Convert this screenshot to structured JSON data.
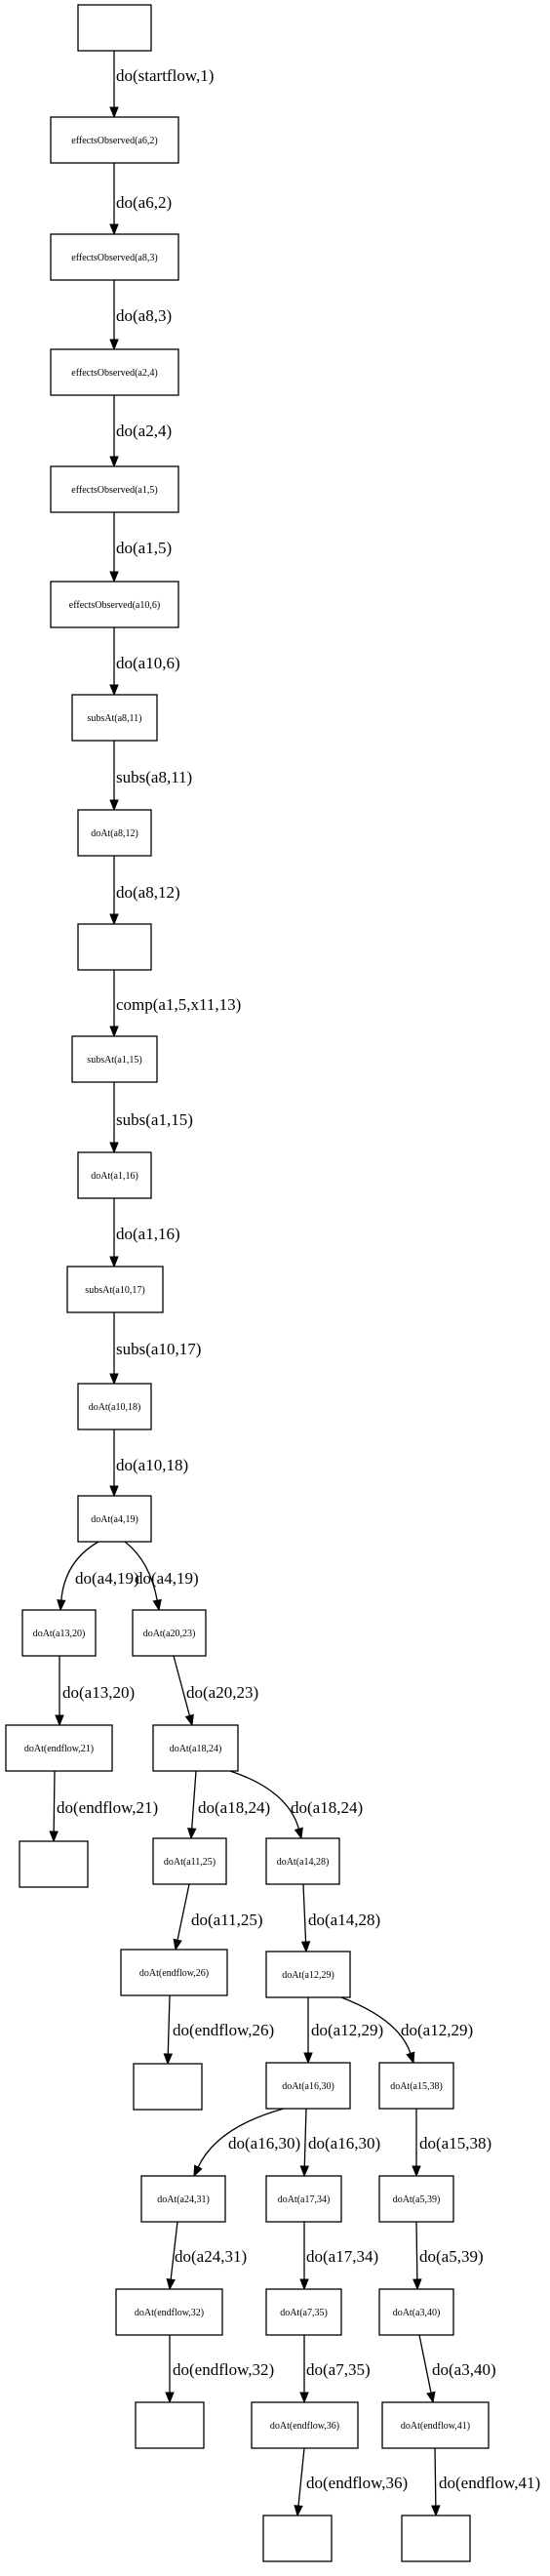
{
  "nodes": [
    {
      "id": "n0",
      "label": ""
    },
    {
      "id": "n1",
      "label": "effectsObserved(a6,2)"
    },
    {
      "id": "n2",
      "label": "effectsObserved(a8,3)"
    },
    {
      "id": "n3",
      "label": "effectsObserved(a2,4)"
    },
    {
      "id": "n4",
      "label": "effectsObserved(a1,5)"
    },
    {
      "id": "n5",
      "label": "effectsObserved(a10,6)"
    },
    {
      "id": "n6",
      "label": "subsAt(a8,11)"
    },
    {
      "id": "n7",
      "label": "doAt(a8,12)"
    },
    {
      "id": "n8",
      "label": ""
    },
    {
      "id": "n9",
      "label": "subsAt(a1,15)"
    },
    {
      "id": "n10",
      "label": "doAt(a1,16)"
    },
    {
      "id": "n11",
      "label": "subsAt(a10,17)"
    },
    {
      "id": "n12",
      "label": "doAt(a10,18)"
    },
    {
      "id": "n13",
      "label": "doAt(a4,19)"
    },
    {
      "id": "n14",
      "label": "doAt(a13,20)"
    },
    {
      "id": "n15",
      "label": "doAt(a20,23)"
    },
    {
      "id": "n16",
      "label": "doAt(endflow,21)"
    },
    {
      "id": "n17",
      "label": "doAt(a18,24)"
    },
    {
      "id": "n18",
      "label": ""
    },
    {
      "id": "n19",
      "label": "doAt(a11,25)"
    },
    {
      "id": "n20",
      "label": "doAt(a14,28)"
    },
    {
      "id": "n21",
      "label": "doAt(endflow,26)"
    },
    {
      "id": "n22",
      "label": "doAt(a12,29)"
    },
    {
      "id": "n23",
      "label": ""
    },
    {
      "id": "n24",
      "label": "doAt(a16,30)"
    },
    {
      "id": "n25",
      "label": "doAt(a15,38)"
    },
    {
      "id": "n26",
      "label": "doAt(a24,31)"
    },
    {
      "id": "n27",
      "label": "doAt(a17,34)"
    },
    {
      "id": "n28",
      "label": "doAt(a5,39)"
    },
    {
      "id": "n29",
      "label": "doAt(endflow,32)"
    },
    {
      "id": "n30",
      "label": "doAt(a7,35)"
    },
    {
      "id": "n31",
      "label": "doAt(a3,40)"
    },
    {
      "id": "n32",
      "label": ""
    },
    {
      "id": "n33",
      "label": "doAt(endflow,36)"
    },
    {
      "id": "n34",
      "label": "doAt(endflow,41)"
    },
    {
      "id": "n35",
      "label": ""
    },
    {
      "id": "n36",
      "label": ""
    }
  ],
  "edges": [
    {
      "from": "n0",
      "to": "n1",
      "label": "do(startflow,1)"
    },
    {
      "from": "n1",
      "to": "n2",
      "label": "do(a6,2)"
    },
    {
      "from": "n2",
      "to": "n3",
      "label": "do(a8,3)"
    },
    {
      "from": "n3",
      "to": "n4",
      "label": "do(a2,4)"
    },
    {
      "from": "n4",
      "to": "n5",
      "label": "do(a1,5)"
    },
    {
      "from": "n5",
      "to": "n6",
      "label": "do(a10,6)"
    },
    {
      "from": "n6",
      "to": "n7",
      "label": "subs(a8,11)"
    },
    {
      "from": "n7",
      "to": "n8",
      "label": "do(a8,12)"
    },
    {
      "from": "n8",
      "to": "n9",
      "label": "comp(a1,5,x11,13)"
    },
    {
      "from": "n9",
      "to": "n10",
      "label": "subs(a1,15)"
    },
    {
      "from": "n10",
      "to": "n11",
      "label": "do(a1,16)"
    },
    {
      "from": "n11",
      "to": "n12",
      "label": "subs(a10,17)"
    },
    {
      "from": "n12",
      "to": "n13",
      "label": "do(a10,18)"
    },
    {
      "from": "n13",
      "to": "n14",
      "label": "do(a4,19)"
    },
    {
      "from": "n13",
      "to": "n15",
      "label": "do(a4,19)"
    },
    {
      "from": "n14",
      "to": "n16",
      "label": "do(a13,20)"
    },
    {
      "from": "n15",
      "to": "n17",
      "label": "do(a20,23)"
    },
    {
      "from": "n16",
      "to": "n18",
      "label": "do(endflow,21)"
    },
    {
      "from": "n17",
      "to": "n19",
      "label": "do(a18,24)"
    },
    {
      "from": "n17",
      "to": "n20",
      "label": "do(a18,24)"
    },
    {
      "from": "n19",
      "to": "n21",
      "label": "do(a11,25)"
    },
    {
      "from": "n20",
      "to": "n22",
      "label": "do(a14,28)"
    },
    {
      "from": "n21",
      "to": "n23",
      "label": "do(endflow,26)"
    },
    {
      "from": "n22",
      "to": "n24",
      "label": "do(a12,29)"
    },
    {
      "from": "n22",
      "to": "n25",
      "label": "do(a12,29)"
    },
    {
      "from": "n24",
      "to": "n26",
      "label": "do(a16,30)"
    },
    {
      "from": "n24",
      "to": "n27",
      "label": "do(a16,30)"
    },
    {
      "from": "n25",
      "to": "n28",
      "label": "do(a15,38)"
    },
    {
      "from": "n26",
      "to": "n29",
      "label": "do(a24,31)"
    },
    {
      "from": "n27",
      "to": "n30",
      "label": "do(a17,34)"
    },
    {
      "from": "n28",
      "to": "n31",
      "label": "do(a5,39)"
    },
    {
      "from": "n29",
      "to": "n32",
      "label": "do(endflow,32)"
    },
    {
      "from": "n30",
      "to": "n33",
      "label": "do(a7,35)"
    },
    {
      "from": "n31",
      "to": "n34",
      "label": "do(a3,40)"
    },
    {
      "from": "n33",
      "to": "n35",
      "label": "do(endflow,36)"
    },
    {
      "from": "n34",
      "to": "n36",
      "label": "do(endflow,41)"
    }
  ]
}
